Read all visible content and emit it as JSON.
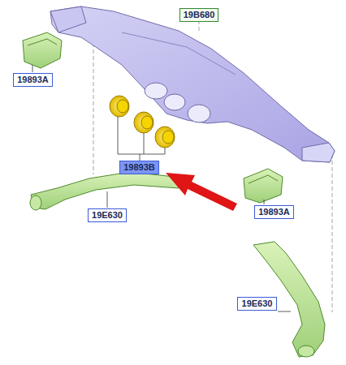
{
  "diagram": {
    "nodes": [
      {
        "text": [
          "19B680"
        ]
      },
      {
        "text": [
          "19893A"
        ]
      },
      {
        "text": [
          "19893B"
        ]
      },
      {
        "text": [
          "19E630"
        ]
      },
      {
        "text": [
          "19893A"
        ]
      },
      {
        "text": [
          "19E630"
        ]
      }
    ]
  }
}
